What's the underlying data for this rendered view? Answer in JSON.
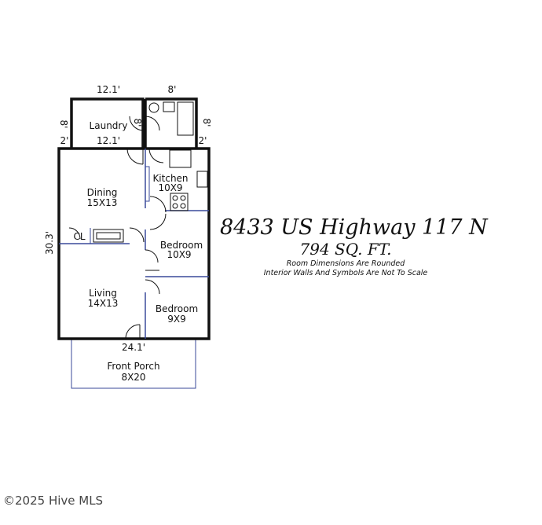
{
  "title": "8433 US Highway 117 N",
  "sqft": "794 SQ. FT.",
  "notes": [
    "Room Dimensions Are Rounded",
    "Interior Walls And Symbols Are Not To Scale"
  ],
  "copyright": "©2025 Hive MLS",
  "rooms": {
    "laundry": {
      "name": "Laundry"
    },
    "kitchen": {
      "name": "Kitchen",
      "size": "10X9"
    },
    "dining": {
      "name": "Dining",
      "size": "15X13"
    },
    "closet": {
      "name": "CL"
    },
    "bedroom1": {
      "name": "Bedroom",
      "size": "10X9"
    },
    "living": {
      "name": "Living",
      "size": "14X13"
    },
    "bedroom2": {
      "name": "Bedroom",
      "size": "9X9"
    },
    "porch": {
      "name": "Front Porch",
      "size": "8X20"
    }
  },
  "dimensions": {
    "laundry_top": "12.1'",
    "bath_top": "8'",
    "laundry_left": "8'",
    "laundry_right": "8'",
    "bath_right": "8'",
    "laundry_bottom": "12.1'",
    "left_offset": "2'",
    "right_offset": "2'",
    "main_height": "30.3'",
    "main_bottom": "24.1'"
  }
}
